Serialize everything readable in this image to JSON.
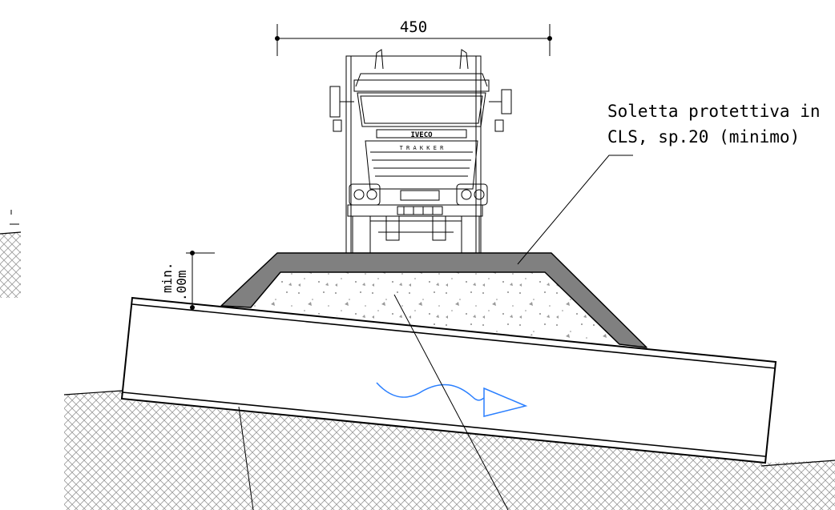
{
  "dimension": {
    "width_label": "450"
  },
  "clearance": {
    "line1": "min.",
    "line2": ".00m"
  },
  "callout": {
    "line1": "Soletta protettiva in",
    "line2": "CLS, sp.20 (minimo)"
  },
  "truck": {
    "brand": "IVECO",
    "model": "T R A K K E R"
  },
  "colors": {
    "line": "#000000",
    "slab": "#808080",
    "flow_arrow": "#2a7fff",
    "hatch": "#9a9a9a",
    "concrete_dots": "#8a8a8a"
  }
}
